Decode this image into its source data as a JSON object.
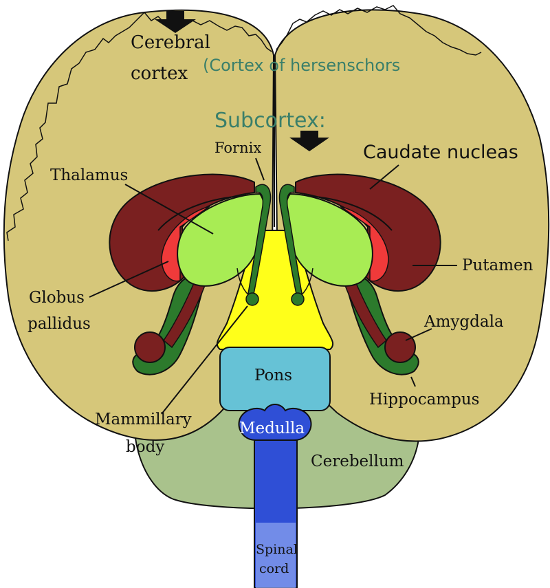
{
  "title": "",
  "labels": {
    "cerebral_cortex_1": "Cerebral",
    "cerebral_cortex_2": "cortex",
    "cortex_translation": "(Cortex of hersenschors",
    "subcortex": "Subcortex:",
    "fornix": "Fornix",
    "caudate": "Caudate nucleas",
    "thalamus": "Thalamus",
    "putamen": "Putamen",
    "globus_1": "Globus",
    "globus_2": "pallidus",
    "amygdala": "Amygdala",
    "hippocampus": "Hippocampus",
    "pons": "Pons",
    "mammillary_1": "Mammillary",
    "mammillary_2": "body",
    "medulla": "Medulla",
    "cerebellum": "Cerebellum",
    "spinal_1": "Spinal",
    "spinal_2": "cord"
  },
  "colors": {
    "cortex": "#d6c77a",
    "caudate": "#7a2020",
    "globus": "#f03a3a",
    "thalamus": "#a8ec54",
    "hippocampus": "#2c7a2c",
    "brainstem": "#ffff1a",
    "pons": "#66c2d6",
    "medulla": "#2f4fd6",
    "cerebellum": "#a9c28c",
    "teal_text": "#3a7f6a"
  }
}
